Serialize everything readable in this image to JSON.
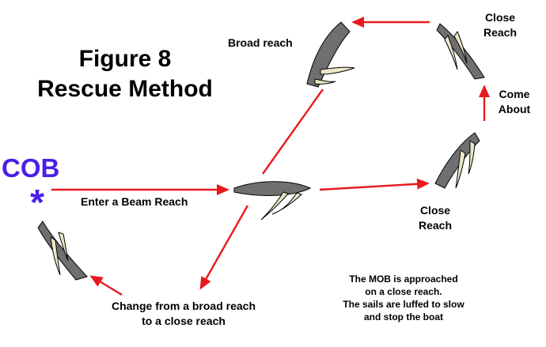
{
  "title": {
    "line1": "Figure 8",
    "line2": "Rescue Method"
  },
  "cob": {
    "label": "COB",
    "marker": "*"
  },
  "labels": {
    "enter_beam_reach": "Enter a Beam Reach",
    "broad_reach": "Broad reach",
    "close_reach_top_1": "Close",
    "close_reach_top_2": "Reach",
    "come_about_1": "Come",
    "come_about_2": "About",
    "close_reach_right_1": "Close",
    "close_reach_right_2": "Reach",
    "change_1": "Change from a broad reach",
    "change_2": "to a close reach",
    "note_1": "The MOB is approached",
    "note_2": "on a close reach.",
    "note_3": "The sails are luffed to slow",
    "note_4": "and stop the boat"
  },
  "colors": {
    "arrow": "#e8191f",
    "boat": "#6f6f6f",
    "sail": "#ece7c4",
    "cob": "#4b1ee6"
  }
}
